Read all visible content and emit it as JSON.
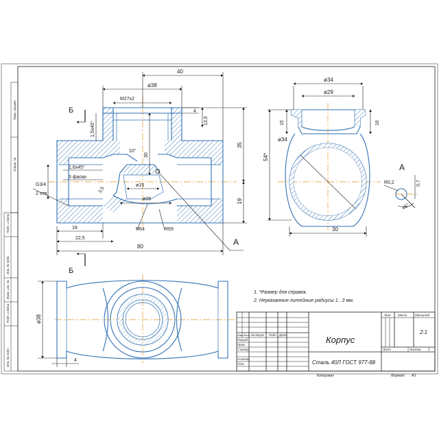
{
  "colors": {
    "outline": "#2f6fb3",
    "center_line": "#e8901a",
    "dimension": "#1a1a1a",
    "hatch": "#2f6fb3"
  },
  "section_marks": {
    "b_top": "Б",
    "b_bottom": "Б",
    "a_arrow": "А",
    "a_detail": "А"
  },
  "main_view": {
    "dim_40": "40",
    "dim_d38": "ø38",
    "dim_m27": "M27x2",
    "dim_4": "4",
    "dim_13_5": "13,5",
    "dim_35": "35",
    "dim_19": "19",
    "dim_15x45": "1,5x45°",
    "dim_10deg": "10°",
    "dim_30": "30",
    "dim_16x45": "1,6x45°",
    "dim_3_fasky": "3 фаски",
    "dim_g34": "G3/4",
    "dim_2_otv": "2 отв.",
    "dim_3_5": "3,5",
    "dim_d15": "ø15",
    "dim_d28": "ø28",
    "dim_r64": "R64",
    "dim_r69": "R69",
    "dim_18": "18",
    "dim_22_5": "22,5",
    "dim_80": "80"
  },
  "side_view": {
    "dim_d34_top": "ø34",
    "dim_d29": "ø29",
    "dim_15": "15",
    "dim_16": "16",
    "dim_d34_circle": "ø34",
    "dim_54": "54*",
    "dim_30": "30"
  },
  "detail_a": {
    "dim_r02": "R0,2",
    "dim_07": "0,7",
    "dim_45": "45°"
  },
  "plan_view": {
    "dim_d38": "ø38",
    "dim_4": "4"
  },
  "notes": [
    "1.  *Размер для справок.",
    "2.  Неуказанные литейные радиусы 1...3 мм."
  ],
  "left_strip": {
    "labels": [
      "Перв. примен.",
      "Справ. №",
      "Подп. и дата",
      "Инв. № дубл.",
      "Взам. инв. №",
      "Подп. и дата",
      "Инв. № подл."
    ]
  },
  "title_block": {
    "name": "Корпус",
    "material": "Сталь 40Л ГОСТ 977-88",
    "col_izm": "Изм.",
    "col_list": "Лист",
    "col_docnum": "№ докум.",
    "col_podp": "Подп.",
    "col_data": "Дата",
    "row_razrab": "Разраб.",
    "row_prov": "Пров.",
    "row_tkontr": "Т.контр.",
    "row_nkontr": "Н.контр.",
    "row_utv": "Утв.",
    "lit": "Лит.",
    "massa": "Масса",
    "masshtab": "Масштаб",
    "scale_value": "2:1",
    "list": "Лист",
    "listov": "Листов",
    "listov_value": "1",
    "kopiroval": "Копировал",
    "format": "Формат",
    "format_value": "А3"
  }
}
